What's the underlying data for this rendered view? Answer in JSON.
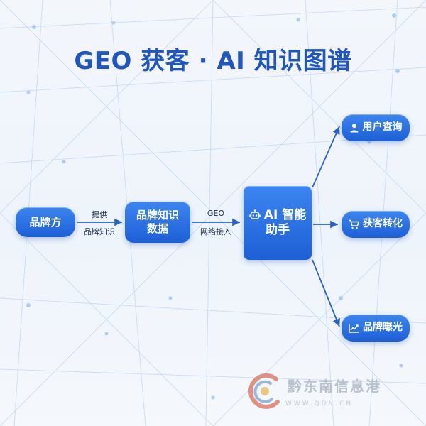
{
  "title": "GEO 获客 · AI 知识图谱",
  "nodes": {
    "brand": "品牌方",
    "knowledge_line1": "品牌知识",
    "knowledge_line2": "数据",
    "ai_line1": "AI 智能",
    "ai_line2": "助手",
    "out1": "用户查询",
    "out2": "获客转化",
    "out3": "品牌曝光"
  },
  "edges": {
    "e1_line1": "提供",
    "e1_line2": "品牌知识",
    "e2_line1": "GEO",
    "e2_line2": "网络接入"
  },
  "icons": {
    "ai": "robot-icon",
    "out1": "user-icon",
    "out2": "cart-icon",
    "out3": "chart-icon"
  },
  "watermark": {
    "text": "黔东南信息港",
    "url": "WWW.QDN.CN"
  },
  "colors": {
    "title": "#1f56c2",
    "node": "#1d5fd6",
    "arrow": "#2a62c9"
  }
}
